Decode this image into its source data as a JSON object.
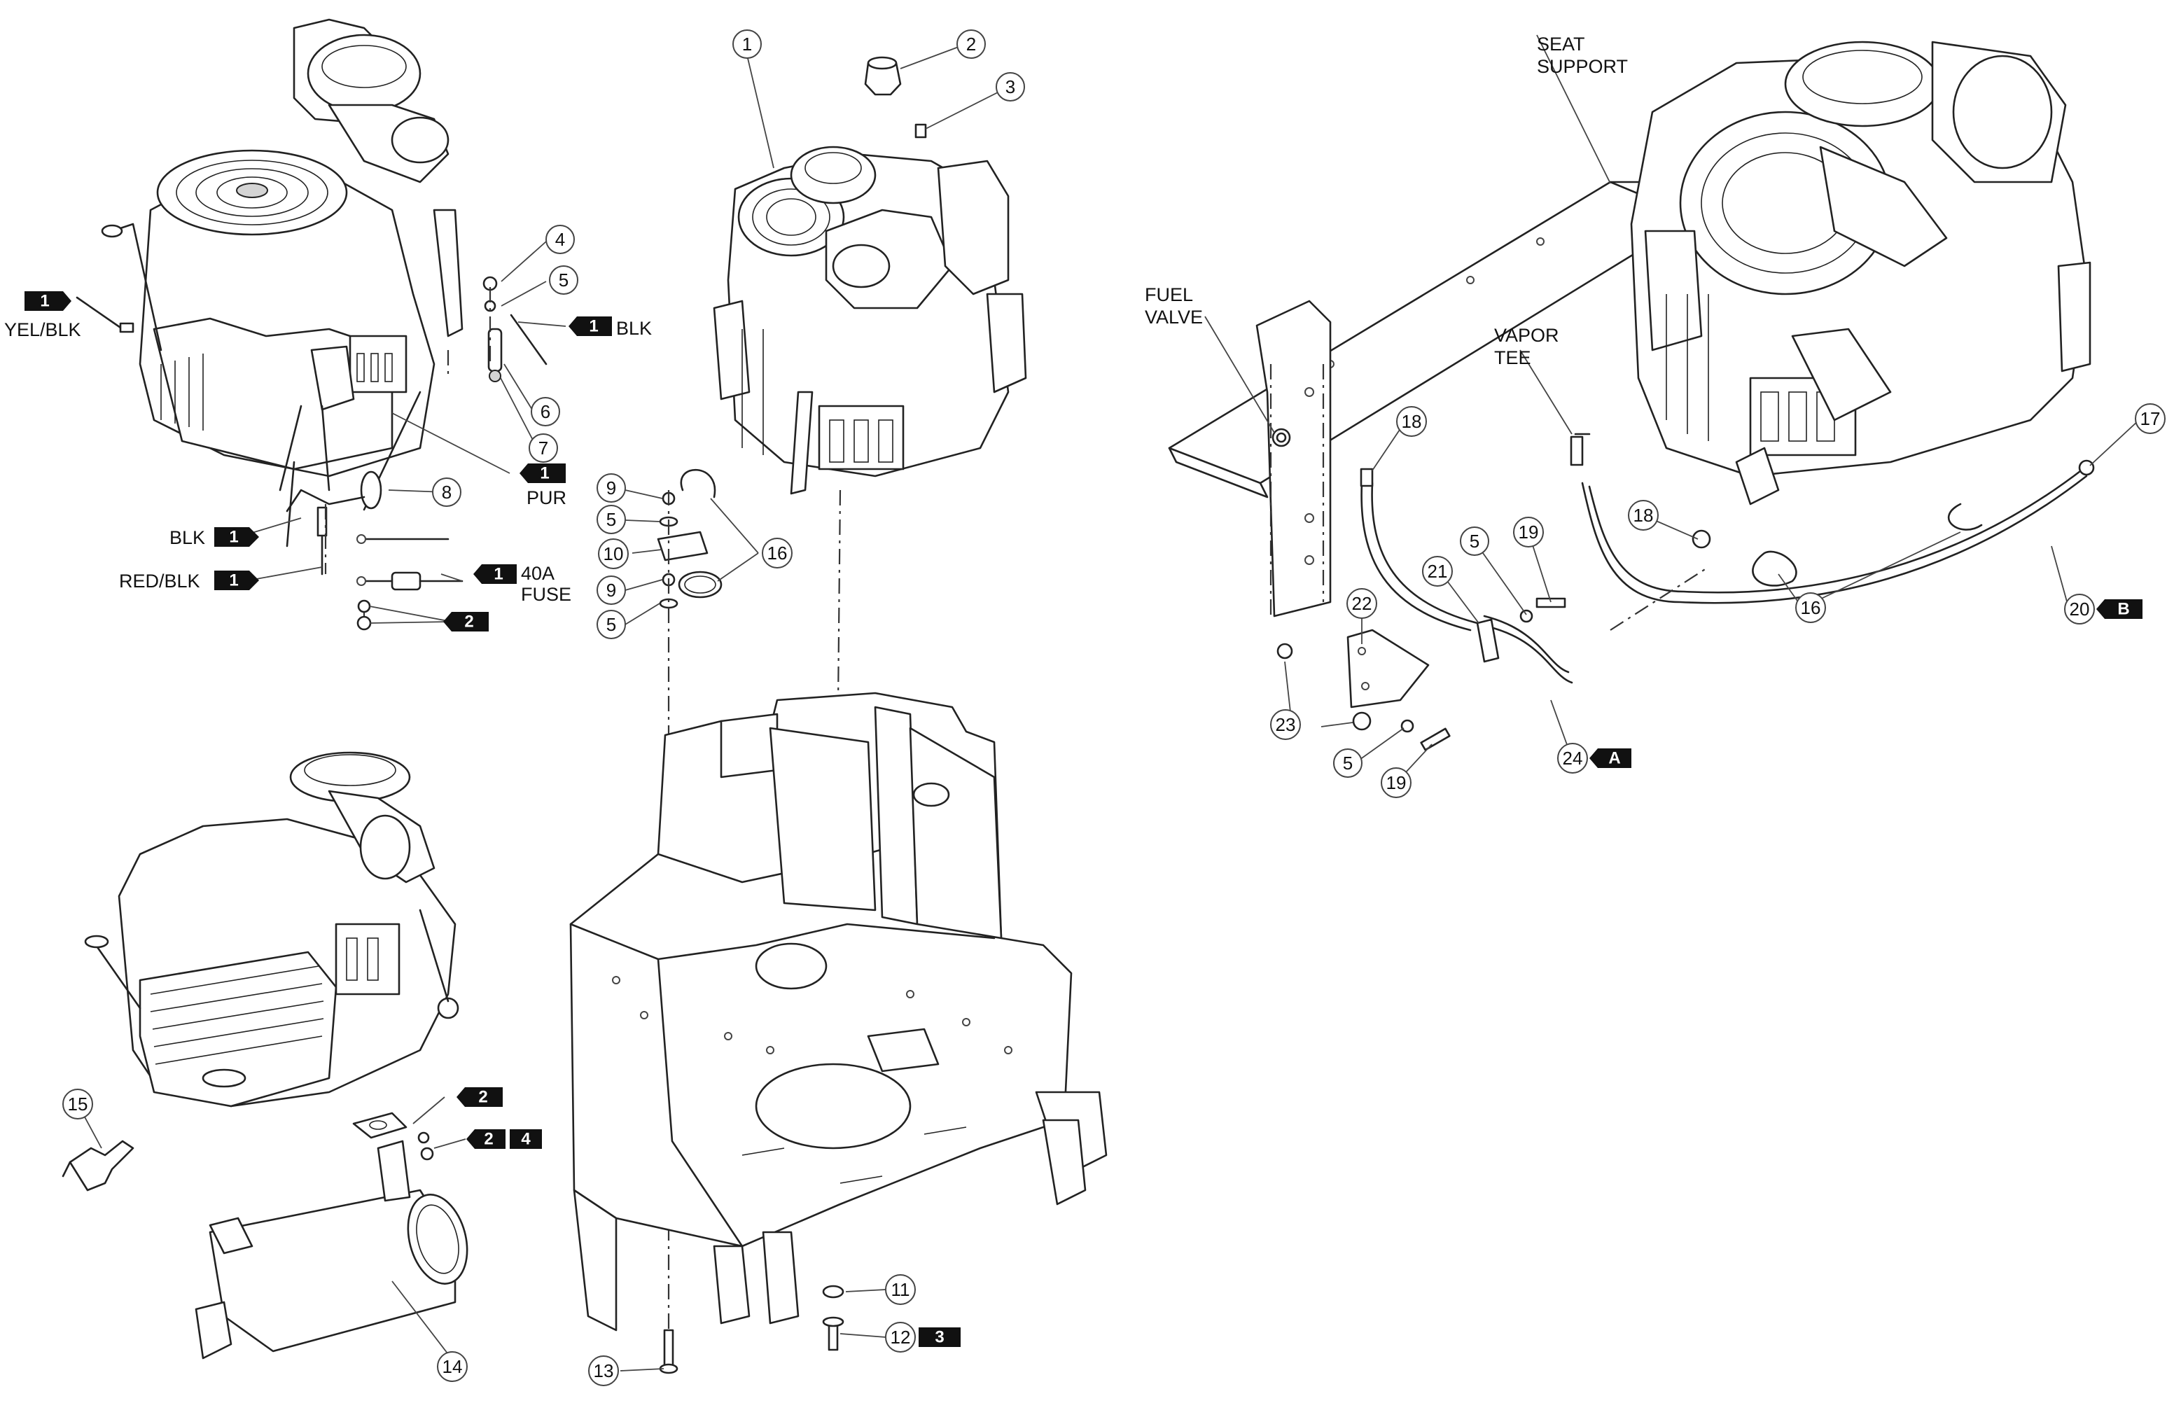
{
  "callouts": {
    "c1_top": "1",
    "c2_top": "2",
    "c3_top": "3",
    "c4": "4",
    "c5a": "5",
    "c6": "6",
    "c7": "7",
    "c8": "8",
    "c9a": "9",
    "c5b": "5",
    "c10": "10",
    "c9b": "9",
    "c5c": "5",
    "c16a": "16",
    "c15": "15",
    "c14": "14",
    "c11": "11",
    "c12": "12",
    "c13": "13",
    "c18a": "18",
    "c18b": "18",
    "c5d": "5",
    "c19a": "19",
    "c21": "21",
    "c22": "22",
    "c23": "23",
    "c5e": "5",
    "c19b": "19",
    "c24": "24",
    "c16b": "16",
    "c20": "20",
    "c17": "17"
  },
  "tags": {
    "t_yelblk": "1",
    "t_blk_r": "1",
    "t_pur": "1",
    "t_blk_l": "1",
    "t_redblk": "1",
    "t_fuse": "1",
    "t_2a": "2",
    "t_2b": "2",
    "t_2c": "2",
    "t_4": "4",
    "t_3": "3",
    "t_A": "A",
    "t_B": "B"
  },
  "labels": {
    "yel_blk": "YEL/BLK",
    "blk_right": "BLK",
    "pur": "PUR",
    "blk_left": "BLK",
    "red_blk": "RED/BLK",
    "fuse_1": "40A",
    "fuse_2": "FUSE",
    "seat_1": "SEAT",
    "seat_2": "SUPPORT",
    "fuel_1": "FUEL",
    "fuel_2": "VALVE",
    "vapor_1": "VAPOR",
    "vapor_2": "TEE"
  }
}
